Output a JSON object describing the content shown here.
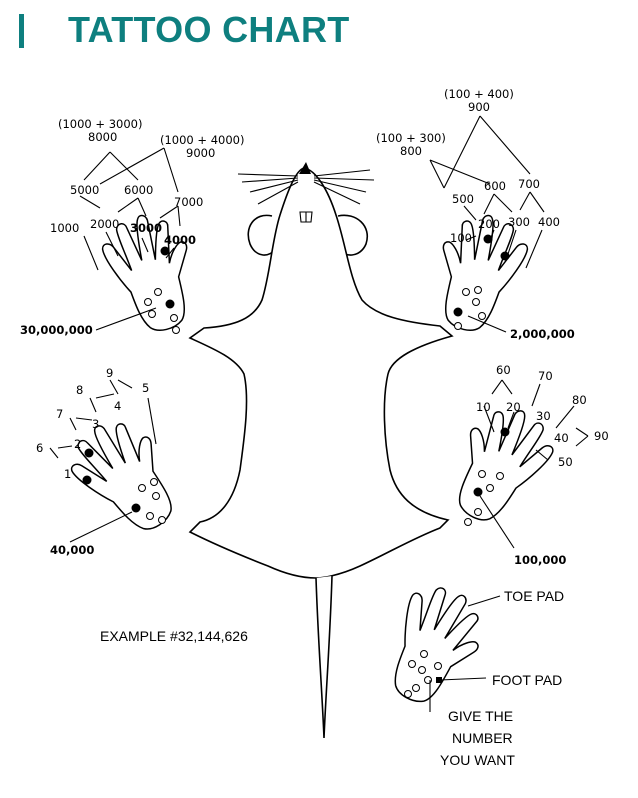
{
  "title": "TATTOO CHART",
  "colors": {
    "accent": "#0e7f7f",
    "ink": "#000000"
  },
  "front_left": {
    "label_1000_3000": "(1000 + 3000)",
    "val_8000": "8000",
    "label_1000_4000": "(1000 + 4000)",
    "val_9000": "9000",
    "val_5000": "5000",
    "val_6000": "6000",
    "val_7000": "7000",
    "val_1000": "1000",
    "val_2000": "2000",
    "val_3000": "3000",
    "val_4000": "4000",
    "pad": "30,000,000"
  },
  "front_right": {
    "label_100_400": "(100 + 400)",
    "val_900": "900",
    "label_100_300": "(100 + 300)",
    "val_800": "800",
    "val_500": "500",
    "val_600": "600",
    "val_700": "700",
    "val_100": "100",
    "val_200": "200",
    "val_300": "300",
    "val_400": "400",
    "pad": "2,000,000"
  },
  "hind_left": {
    "val_9": "9",
    "val_5": "5",
    "val_8": "8",
    "val_4": "4",
    "val_7": "7",
    "val_3": "3",
    "val_6": "6",
    "val_2": "2",
    "val_1": "1",
    "pad": "40,000"
  },
  "hind_right": {
    "val_60": "60",
    "val_70": "70",
    "val_10": "10",
    "val_20": "20",
    "val_30": "30",
    "val_80": "80",
    "val_40": "40",
    "val_90": "90",
    "val_50": "50",
    "pad": "100,000"
  },
  "example": "EXAMPLE #32,144,626",
  "legend": {
    "toe_pad": "TOE PAD",
    "foot_pad": "FOOT PAD",
    "give_line1": "GIVE THE",
    "give_line2": "NUMBER",
    "give_line3": "YOU WANT"
  }
}
